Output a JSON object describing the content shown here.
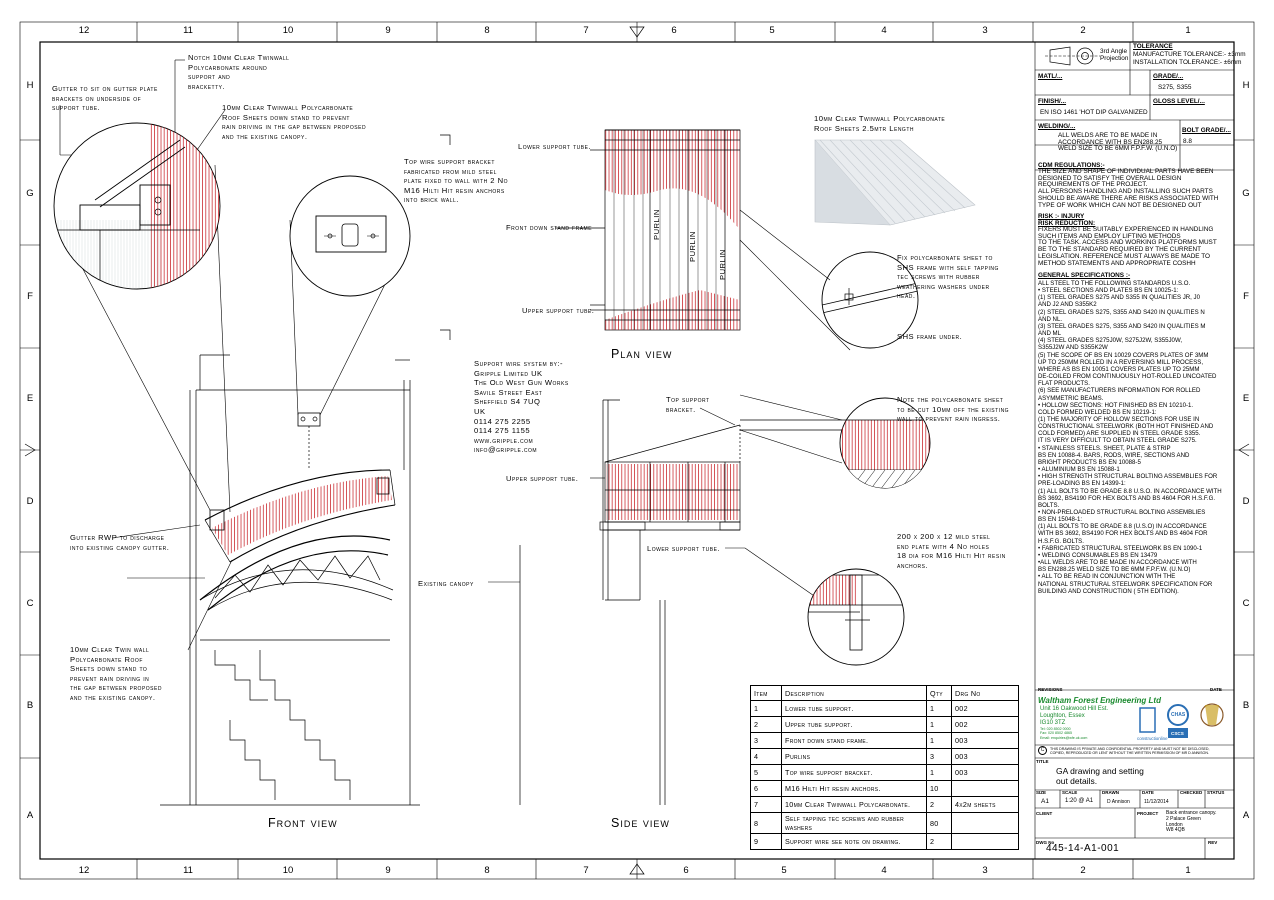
{
  "grid": {
    "columns": [
      "12",
      "11",
      "10",
      "9",
      "8",
      "7",
      "6",
      "5",
      "4",
      "3",
      "2",
      "1"
    ],
    "rows": [
      "H",
      "G",
      "F",
      "E",
      "D",
      "C",
      "B",
      "A"
    ]
  },
  "views": {
    "front": "Front view",
    "side": "Side view",
    "plan": "Plan view"
  },
  "notes": {
    "notch": [
      "Notch 10mm Clear Twinwall",
      "Polycarbonate around",
      "support and",
      "bracketty."
    ],
    "gutter_sit": [
      "Gutter to sit on gutter plate",
      "brackets on underside of",
      "support tube."
    ],
    "roof_sheets_front": [
      "10mm Clear Twinwall Polycarbonate",
      "Roof Sheets down stand to prevent",
      "rain driving in the gap between proposed",
      "and the existing canopy."
    ],
    "top_wire_bracket": [
      "Top wire support bracket",
      "fabricated from mild steel",
      "plate fixed to wall with 2 No",
      "M16 Hilti Hit resin anchors",
      "into brick wall."
    ],
    "roof_sheets_length": [
      "10mm Clear Twinwall Polycarbonate",
      "Roof Sheets 2.5mtr Length"
    ],
    "lower_support_plan": "Lower support tube.",
    "front_down_stand": "Front down stand frame",
    "upper_support_plan": "Upper support tube.",
    "purlin": "PURLIN",
    "fix_poly": [
      "Fix polycarbonate sheet to",
      "SHS frame with self tapping",
      "tec screws with rubber",
      "weathering washers under",
      "head."
    ],
    "shs_frame": "SHS frame under.",
    "support_wire": [
      "Support wire system by:-",
      "Gripple Limited UK",
      "The Old West Gun Works",
      "Savile Street East",
      "Sheffield S4 7UQ",
      "UK",
      "0114 275 2255",
      "0114 275 1155",
      "www.gripple.com",
      "info@gripple.com"
    ],
    "top_support_bracket": [
      "Top support",
      "bracket."
    ],
    "note_poly_cut": [
      "Note the polycarbonate sheet",
      "to be cut 10mm off the existing",
      "wall to prevent rain ingress."
    ],
    "upper_support_side": "Upper support tube.",
    "lower_support_side": "Lower support tube.",
    "end_plate": [
      "200 x 200 x 12 mild steel",
      "end plate with 4 No holes",
      "18 dia for M16 Hilti Hit resin",
      "anchors."
    ],
    "gutter_rwp": [
      "Gutter RWP to discharge",
      "into existing canopy gutter."
    ],
    "existing_canopy": "Existing canopy",
    "twin_wall_front": [
      "10mm Clear Twin wall",
      "Polycarbonate Roof",
      "Sheets down stand to",
      "prevent rain driving in",
      "the gap between proposed",
      "and the existing canopy."
    ]
  },
  "parts_table": {
    "headers": [
      "Item",
      "Description",
      "Qty",
      "Drg No"
    ],
    "rows": [
      [
        "1",
        "Lower tube support.",
        "1",
        "002"
      ],
      [
        "2",
        "Upper tube support.",
        "1",
        "002"
      ],
      [
        "3",
        "Front down stand frame.",
        "1",
        "003"
      ],
      [
        "4",
        "Purlins",
        "3",
        "003"
      ],
      [
        "5",
        "Top wire support bracket.",
        "1",
        "003"
      ],
      [
        "6",
        "M16 Hilti Hit resin anchors.",
        "10",
        ""
      ],
      [
        "7",
        "10mm Clear Twinwall Polycarbonate.",
        "2",
        "4x2m sheets"
      ],
      [
        "8",
        "Self tapping tec screws and rubber washers",
        "80",
        ""
      ],
      [
        "9",
        "Support wire see note on drawing.",
        "2",
        ""
      ]
    ]
  },
  "title_block": {
    "projection": [
      "3rd Angle",
      "Projection"
    ],
    "tolerance_label": "TOLERANCE",
    "tolerance": [
      "MANUFACTURE  TOLERANCE:- ±3mm",
      "INSTALLATION  TOLERANCE:- ±6mm"
    ],
    "matl_label": "MATL/...",
    "grade_label": "GRADE/...",
    "grade": "S275, S355",
    "finish_label": "FINISH/...",
    "finish": "EN ISO 1461 'HOT DIP GALVANIZED",
    "gloss_label": "GLOSS LEVEL/...",
    "welding_label": "WELDING/...",
    "welding": [
      "ALL WELDS ARE TO BE MADE IN",
      "ACCORDANCE WITH BS EN288.25",
      "WELD SIZE TO BE 6MM F.P.F.W. (U.N.O)"
    ],
    "bolt_grade_label": "BOLT GRADE/...",
    "bolt_grade": "8.8",
    "cdm_label": "CDM REGULATIONS:-",
    "cdm": [
      "THE SIZE AND SHAPE OF INDIVIDUAL PARTS HAVE BEEN",
      "DESIGNED TO SATISFY THE OVERALL DESIGN",
      "REQUIREMENTS OF THE PROJECT.",
      "ALL PERSONS HANDLING AND INSTALLING SUCH PARTS",
      "SHOULD BE AWARE THERE ARE RISKS ASSOCIATED WITH",
      "TYPE OF WORK WHICH CAN NOT BE DESIGNED OUT"
    ],
    "risk_label": "RISK :- INJURY",
    "risk_reduction_label": "RISK REDUCTION:",
    "risk": [
      "FIXERS MUST BE SUITABLY EXPERIENCED IN HANDLING",
      "SUCH ITEMS AND EMPLOY LIFTING METHODS",
      "TO THE TASK. ACCESS AND WORKING PLATFORMS MUST",
      "BE TO THE STANDARD REQUIRED BY THE CURRENT",
      "LEGISLATION. REFERENCE MUST ALWAYS BE  MADE TO",
      "METHOD STATEMENTS AND APPROPRIATE  COSHH"
    ],
    "gen_spec_label": "GENERAL SPECIFICATIONS :-",
    "gen_spec": [
      "ALL STEEL TO THE FOLLOWING STANDARDS U.S.O.",
      "• STEEL SECTIONS AND PLATES BS EN 10025-1:",
      "(1) STEEL GRADES S275 AND S355 IN QUALITIES JR, J0",
      "AND J2 AND S355K2",
      "(2) STEEL GRADES S275, S355 AND S420 IN QUALITIES N",
      "AND NL.",
      "(3) STEEL GRADES S275, S355 AND S420 IN QUALITIES M",
      "AND ML",
      "(4) STEEL GRADES S275J0W, S275J2W, S355J0W,",
      "S355J2W AND S355K2W",
      "(5) THE SCOPE OF BS EN 10029 COVERS PLATES OF 3MM",
      "UP TO 250MM ROLLED IN A REVERSING MILL PROCESS,",
      "WHERE AS BS EN 10051 COVERS PLATES UP TO 25MM",
      "DE-COILED FROM CONTINUOUSLY HOT-ROLLED UNCOATED",
      "FLAT PRODUCTS.",
      "(6) SEE MANUFACTURERS INFORMATION FOR ROLLED",
      "ASYMMETRIC BEAMS.",
      "• HOLLOW SECTIONS: HOT FINISHED BS EN 10210-1.",
      "COLD FORMED WELDED BS EN 10219-1:",
      "(1) THE MAJORITY OF HOLLOW SECTIONS FOR USE IN",
      "CONSTRUCTIONAL STEELWORK (BOTH HOT FINISHED AND",
      "COLD FORMED) ARE SUPPLIED IN STEEL GRADE S355.",
      "IT IS VERY DIFFICULT TO OBTAIN STEEL GRADE S275.",
      "• STAINLESS STEELS. SHEET, PLATE & STRIP",
      "BS EN 10088-4. BARS, RODS, WIRE, SECTIONS AND",
      "BRIGHT PRODUCTS BS EN 10088-5",
      "• ALUMINIUM BS EN 15088-1",
      "• HIGH STRENGTH STRUCTURAL BOLTING ASSEMBLIES FOR",
      "PRE-LOADING BS EN 14399-1:",
      "(1) ALL BOLTS TO BE GRADE 8.8 U.S.O. IN ACCORDANCE WITH",
      "BS 3692, BS4190 FOR HEX BOLTS AND BS 4604 FOR H.S.F.G.",
      "BOLTS.",
      "• NON-PRELOADED STRUCTURAL BOLTING ASSEMBLIES",
      "BS EN 15048-1:",
      "(1) ALL BOLTS TO BE GRADE 8.8 (U.S.O)  IN ACCORDANCE",
      "WITH BS 3692, BS4190 FOR HEX BOLTS AND BS 4604 FOR",
      "H.S.F.G. BOLTS.",
      "• FABRICATED STRUCTURAL STEELWORK BS EN 1090-1",
      "• WELDING CONSUMABLES BS EN 13479",
      "•ALL WELDS ARE TO BE MADE IN ACCORDANCE WITH",
      " BS EN288.25 WELD SIZE TO BE 6MM F.P.F.W. (U.N.O)",
      "• ALL TO BE READ IN CONJUNCTION WITH THE",
      "NATIONAL STRUCTURAL STEELWORK SPECIFICATION FOR",
      "BUILDING AND CONSTRUCTION ( 5TH EDITION)."
    ],
    "revisions_label": "REVISIONS",
    "date_label": "DATE",
    "company_name": "Waltham Forest Engineering Ltd",
    "company_address": [
      "Unit 16 Oakwood Hill Est.",
      "Loughton, Essex",
      "IG10 3TZ"
    ],
    "company_contact": [
      "Tel: 020 8502 0000",
      "Fax: 020 8502 4865",
      "Email: enquiries@wfe.uk.com"
    ],
    "logo_constructionline": "constructionline",
    "logo_chas": "CHAS",
    "logo_cscs": "CSCS",
    "copyright_symbol": "C",
    "copyright": [
      "THIS DRAWING IS PRIVATE AND CONFIDENTIAL PROPERTY AND MUST NOT BE DISCLOSED,",
      "COPIED, REPRODUCED OR LENT WITHOUT THE WRITTEN PERMISSION OF MR D ANNISON."
    ],
    "title_label": "TITLE",
    "title": [
      "GA drawing and setting",
      "out details."
    ],
    "size_label": "SIZE",
    "size": "A1",
    "scale_label": "SCALE",
    "scale": "1:20 @ A1",
    "drawn_label": "DRAWN",
    "drawn": "D Annison",
    "date2_label": "DATE",
    "date2": "11/12/2014",
    "checked_label": "CHECKED",
    "status_label": "STATUS",
    "client_label": "CLIENT",
    "project_label": "PROJECT",
    "project": [
      "Back entrance canopy.",
      "2 Palace Green",
      "London",
      "W8 4QB"
    ],
    "dwg_no_label": "DWG No",
    "dwg_no": "445-14-A1-001",
    "rev_label": "REV"
  },
  "colors": {
    "hatch": "#c8242a",
    "line": "#000000",
    "accent_green": "#1a8a2e"
  }
}
